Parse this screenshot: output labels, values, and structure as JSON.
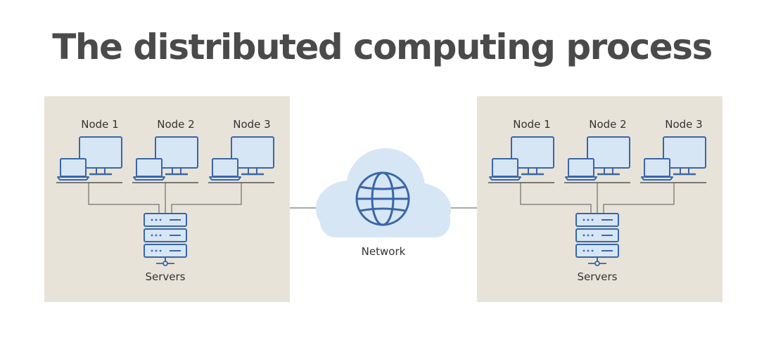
{
  "title": "The distributed computing process",
  "clusters": [
    {
      "nodes": [
        "Node 1",
        "Node 2",
        "Node 3"
      ],
      "servers_label": "Servers"
    },
    {
      "nodes": [
        "Node 1",
        "Node 2",
        "Node 3"
      ],
      "servers_label": "Servers"
    }
  ],
  "network_label": "Network",
  "colors": {
    "title": "#4a4a4a",
    "panel_bg": "#e8e3d9",
    "icon_stroke": "#3a66a8",
    "icon_fill": "#d6e6f5",
    "cloud": "#d6e6f5",
    "connector": "#555555"
  },
  "icons": [
    "desktop-monitor-icon",
    "laptop-icon",
    "server-rack-icon",
    "cloud-icon",
    "globe-icon"
  ]
}
